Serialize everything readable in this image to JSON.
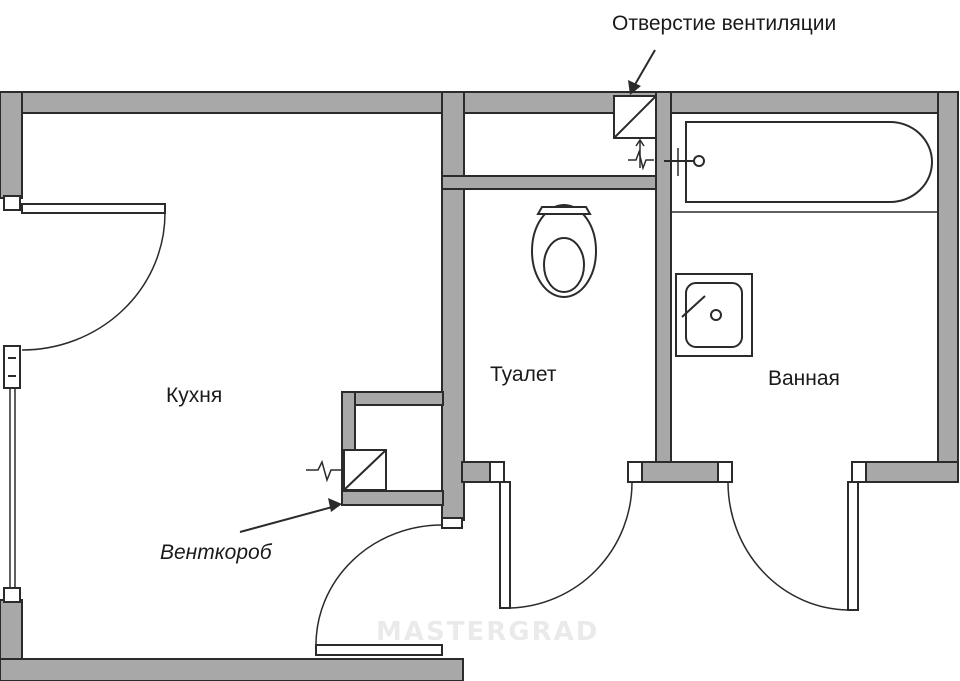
{
  "labels": {
    "vent_opening": "Отверстие вентиляции",
    "kitchen": "Кухня",
    "toilet": "Туалет",
    "bathroom": "Ванная",
    "vent_duct": "Венткороб"
  },
  "watermark": "MASTERGRAD",
  "colors": {
    "wall_fill": "#a8a8a8",
    "line": "#2b2b2b",
    "background": "#ffffff"
  }
}
